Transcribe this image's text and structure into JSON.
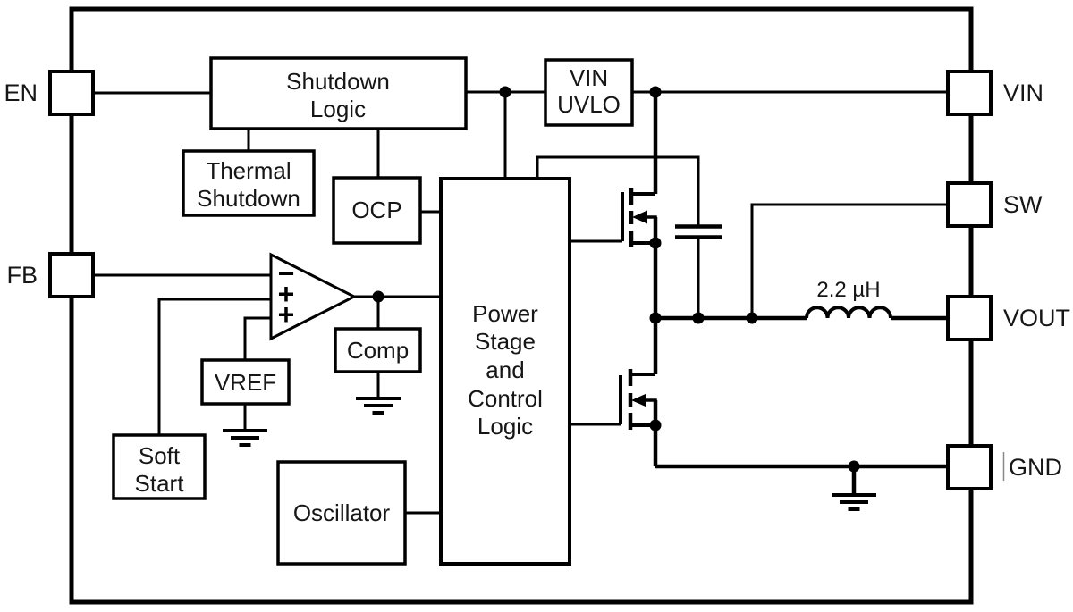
{
  "figure": {
    "description": "Functional block diagram of a synchronous buck converter IC",
    "colors": {
      "background": "#ffffff",
      "line": "#000000",
      "text": "#161616"
    },
    "pins": {
      "en": "EN",
      "fb": "FB",
      "vin": "VIN",
      "sw": "SW",
      "vout": "VOUT",
      "gnd": "GND"
    },
    "blocks": {
      "shutdown_logic": {
        "lines": [
          "Shutdown",
          "Logic"
        ]
      },
      "thermal_shutdown": {
        "lines": [
          "Thermal",
          "Shutdown"
        ]
      },
      "ocp": {
        "lines": [
          "OCP"
        ]
      },
      "vin_uvlo": {
        "lines": [
          "VIN",
          "UVLO"
        ]
      },
      "power_stage": {
        "lines": [
          "Power",
          "Stage",
          "and",
          "Control",
          "Logic"
        ]
      },
      "comp": {
        "lines": [
          "Comp"
        ]
      },
      "vref": {
        "lines": [
          "VREF"
        ]
      },
      "soft_start": {
        "lines": [
          "Soft",
          "Start"
        ]
      },
      "oscillator": {
        "lines": [
          "Oscillator"
        ]
      }
    },
    "error_amplifier": {
      "inverting_input": "−",
      "noninverting_input_1": "+",
      "noninverting_input_2": "+"
    },
    "inductor": {
      "value": "2.2 µH"
    }
  }
}
